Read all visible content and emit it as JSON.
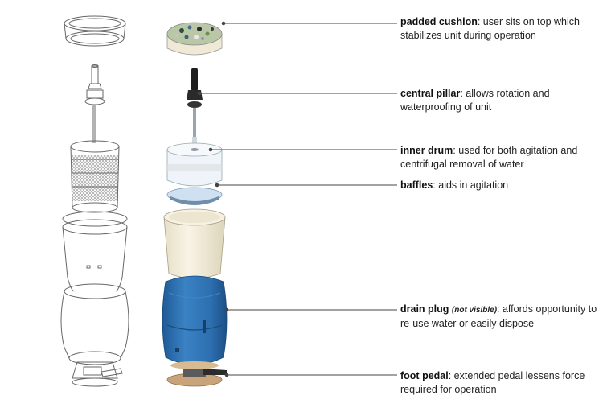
{
  "callouts": {
    "cushion": {
      "term": "padded cushion",
      "desc": ": user sits on top which stabilizes unit during operation"
    },
    "pillar": {
      "term": "central pillar",
      "desc": ": allows rotation and waterproofing of unit"
    },
    "drum": {
      "term": "inner drum",
      "desc": ": used for both agitation and centrifugal removal of water"
    },
    "baffles": {
      "term": "baffles",
      "desc": ": aids in agitation"
    },
    "drain": {
      "term": "drain plug",
      "note": "(not visible)",
      "desc": ": affords opportunity to re-use water or easily dispose"
    },
    "pedal": {
      "term": "foot pedal",
      "desc": ": extended pedal lessens force required for operation"
    }
  },
  "colors": {
    "outer_shell": "#2d6fb0",
    "bucket": "#f2ecd8",
    "drum_glass": "#eef4fa",
    "leader_line": "#444444",
    "pedal_base": "#c9a47a"
  }
}
